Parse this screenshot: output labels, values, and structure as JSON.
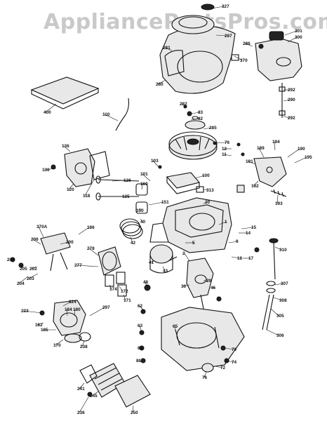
{
  "watermark": "AppliancePartsPros.com",
  "diagram": {
    "callouts": [
      {
        "id": "c327",
        "label": "327"
      },
      {
        "id": "c287",
        "label": "287"
      },
      {
        "id": "c281",
        "label": "281"
      },
      {
        "id": "c301",
        "label": "301"
      },
      {
        "id": "c300",
        "label": "300"
      },
      {
        "id": "c286",
        "label": "286"
      },
      {
        "id": "c370",
        "label": "370"
      },
      {
        "id": "c280",
        "label": "280"
      },
      {
        "id": "c292a",
        "label": "292"
      },
      {
        "id": "c290",
        "label": "290"
      },
      {
        "id": "c292b",
        "label": "292"
      },
      {
        "id": "c400",
        "label": "400"
      },
      {
        "id": "c282",
        "label": "282"
      },
      {
        "id": "c83",
        "label": "83"
      },
      {
        "id": "c82",
        "label": "82"
      },
      {
        "id": "c285",
        "label": "285"
      },
      {
        "id": "c110",
        "label": "110"
      },
      {
        "id": "c76a",
        "label": "76"
      },
      {
        "id": "c136",
        "label": "136"
      },
      {
        "id": "c130",
        "label": "130"
      },
      {
        "id": "c120",
        "label": "120"
      },
      {
        "id": "c118",
        "label": "118"
      },
      {
        "id": "c12",
        "label": "12"
      },
      {
        "id": "c11",
        "label": "11"
      },
      {
        "id": "c194",
        "label": "194"
      },
      {
        "id": "c189",
        "label": "189"
      },
      {
        "id": "c190",
        "label": "190"
      },
      {
        "id": "c191",
        "label": "191"
      },
      {
        "id": "c195",
        "label": "195"
      },
      {
        "id": "c103",
        "label": "103"
      },
      {
        "id": "c101",
        "label": "101"
      },
      {
        "id": "c100",
        "label": "100"
      },
      {
        "id": "c192",
        "label": "192"
      },
      {
        "id": "c193",
        "label": "193"
      },
      {
        "id": "c126",
        "label": "126"
      },
      {
        "id": "c160",
        "label": "160"
      },
      {
        "id": "c313",
        "label": "313"
      },
      {
        "id": "c125",
        "label": "125"
      },
      {
        "id": "c151",
        "label": "151"
      },
      {
        "id": "c20",
        "label": "20"
      },
      {
        "id": "c370A",
        "label": "370A"
      },
      {
        "id": "c186",
        "label": "186"
      },
      {
        "id": "c150",
        "label": "150"
      },
      {
        "id": "c40",
        "label": "40"
      },
      {
        "id": "c15",
        "label": "15"
      },
      {
        "id": "c14",
        "label": "14"
      },
      {
        "id": "c1",
        "label": "1"
      },
      {
        "id": "c206",
        "label": "206"
      },
      {
        "id": "c200",
        "label": "200"
      },
      {
        "id": "c42",
        "label": "42"
      },
      {
        "id": "c5",
        "label": "5"
      },
      {
        "id": "c9",
        "label": "9"
      },
      {
        "id": "c310",
        "label": "310"
      },
      {
        "id": "c219",
        "label": "219"
      },
      {
        "id": "c278",
        "label": "278"
      },
      {
        "id": "c205",
        "label": "205"
      },
      {
        "id": "c202",
        "label": "202"
      },
      {
        "id": "c277",
        "label": "277"
      },
      {
        "id": "c41",
        "label": "41"
      },
      {
        "id": "c43",
        "label": "43"
      },
      {
        "id": "c2",
        "label": "2"
      },
      {
        "id": "c18",
        "label": "18"
      },
      {
        "id": "c17",
        "label": "17"
      },
      {
        "id": "c203",
        "label": "203"
      },
      {
        "id": "c204",
        "label": "204"
      },
      {
        "id": "c174",
        "label": "174"
      },
      {
        "id": "c172",
        "label": "172"
      },
      {
        "id": "c48",
        "label": "48"
      },
      {
        "id": "c29",
        "label": "29"
      },
      {
        "id": "c307",
        "label": "307"
      },
      {
        "id": "c171",
        "label": "171"
      },
      {
        "id": "c30",
        "label": "30"
      },
      {
        "id": "c46",
        "label": "46"
      },
      {
        "id": "c224",
        "label": "224"
      },
      {
        "id": "c62",
        "label": "62"
      },
      {
        "id": "c308",
        "label": "308"
      },
      {
        "id": "c223",
        "label": "223"
      },
      {
        "id": "c184",
        "label": "184"
      },
      {
        "id": "c180",
        "label": "180"
      },
      {
        "id": "c297",
        "label": "297"
      },
      {
        "id": "c305",
        "label": "305"
      },
      {
        "id": "c182",
        "label": "182"
      },
      {
        "id": "c63",
        "label": "63"
      },
      {
        "id": "c65",
        "label": "65"
      },
      {
        "id": "c185",
        "label": "185"
      },
      {
        "id": "c80",
        "label": "80"
      },
      {
        "id": "c306",
        "label": "306"
      },
      {
        "id": "c170",
        "label": "170"
      },
      {
        "id": "c238",
        "label": "238"
      },
      {
        "id": "c70",
        "label": "70"
      },
      {
        "id": "c74",
        "label": "74"
      },
      {
        "id": "c72",
        "label": "72"
      },
      {
        "id": "c81",
        "label": "81"
      },
      {
        "id": "c76b",
        "label": "76"
      },
      {
        "id": "c241",
        "label": "241"
      },
      {
        "id": "c245",
        "label": "245"
      },
      {
        "id": "c250",
        "label": "250"
      },
      {
        "id": "c236",
        "label": "236"
      }
    ]
  }
}
